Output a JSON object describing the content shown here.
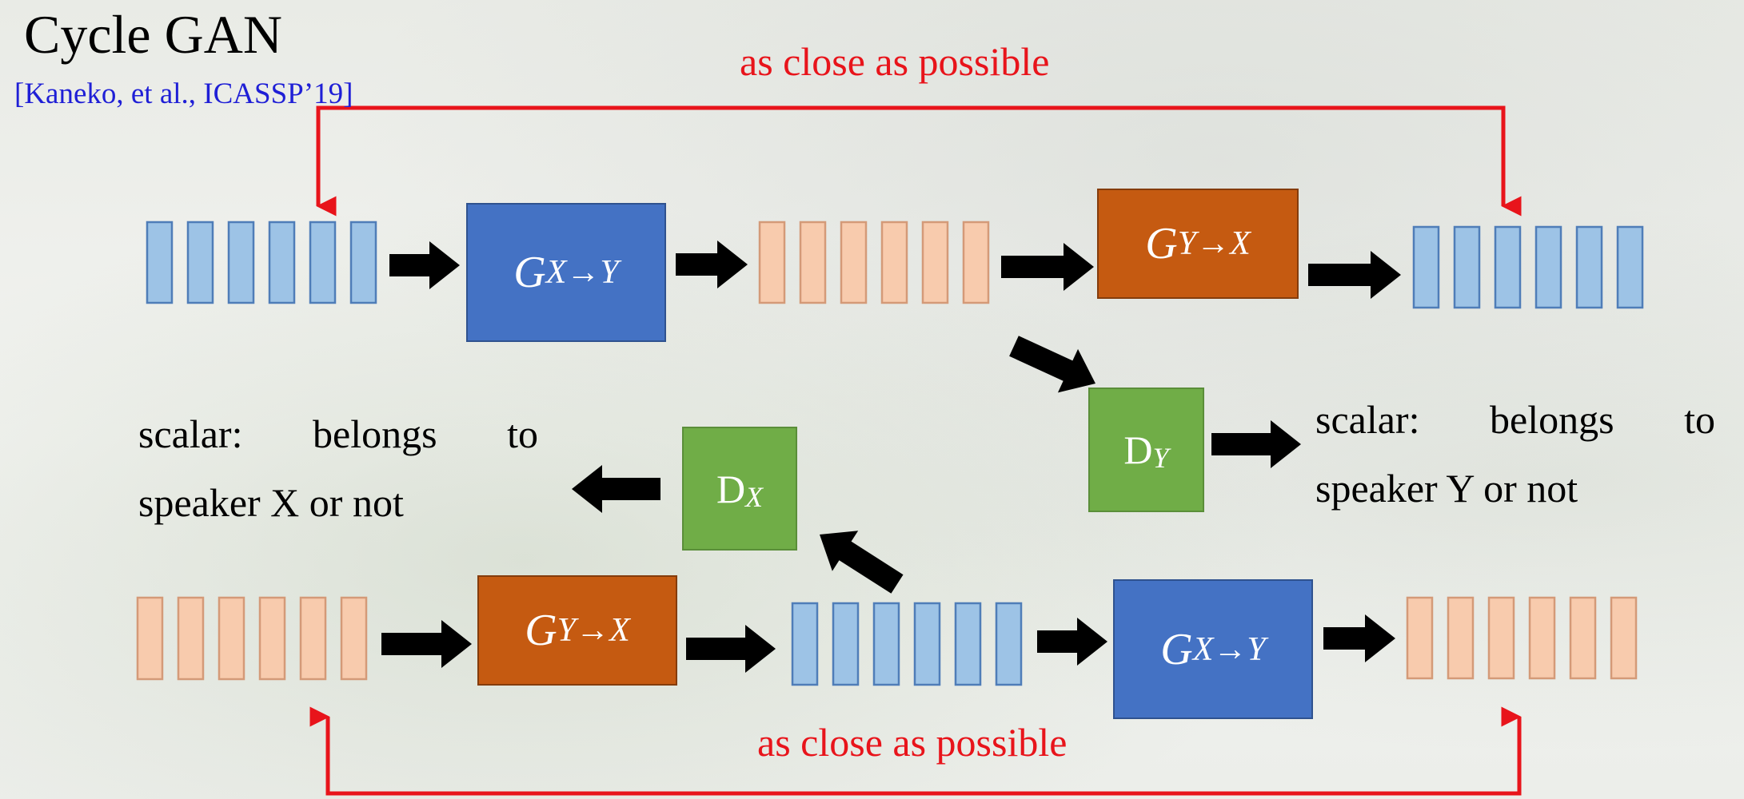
{
  "title": "Cycle GAN",
  "citation": "[Kaneko, et al., ICASSP’19]",
  "top_loop_label": "as close as possible",
  "bottom_loop_label": "as close as possible",
  "scalar_left": {
    "line1": [
      "scalar:",
      "belongs",
      "to"
    ],
    "line2": "speaker X or not"
  },
  "scalar_right": {
    "line1": [
      "scalar:",
      "belongs",
      "to"
    ],
    "line2": "speaker Y or not"
  },
  "generators": {
    "g_xy": {
      "symbol": "G",
      "subscript": "X→Y"
    },
    "g_yx": {
      "symbol": "G",
      "subscript": "Y→X"
    }
  },
  "discriminators": {
    "d_x": {
      "symbol": "D",
      "subscript": "X"
    },
    "d_y": {
      "symbol": "D",
      "subscript": "Y"
    }
  },
  "colors": {
    "speaker_x_feature": "#9dc3e6",
    "speaker_y_feature": "#f8cbad",
    "generator_xy": "#4472c4",
    "generator_yx": "#c55a11",
    "discriminator": "#70ad47",
    "loop_arrow": "#e8141b",
    "flow_arrow": "#000000"
  },
  "feature_sequences": {
    "top_input": {
      "speaker": "X",
      "frames": 6
    },
    "top_converted": {
      "speaker": "Y",
      "frames": 6
    },
    "top_reconstructed": {
      "speaker": "X",
      "frames": 6
    },
    "bottom_input": {
      "speaker": "Y",
      "frames": 6
    },
    "bottom_converted": {
      "speaker": "X",
      "frames": 6
    },
    "bottom_reconstructed": {
      "speaker": "Y",
      "frames": 6
    }
  }
}
